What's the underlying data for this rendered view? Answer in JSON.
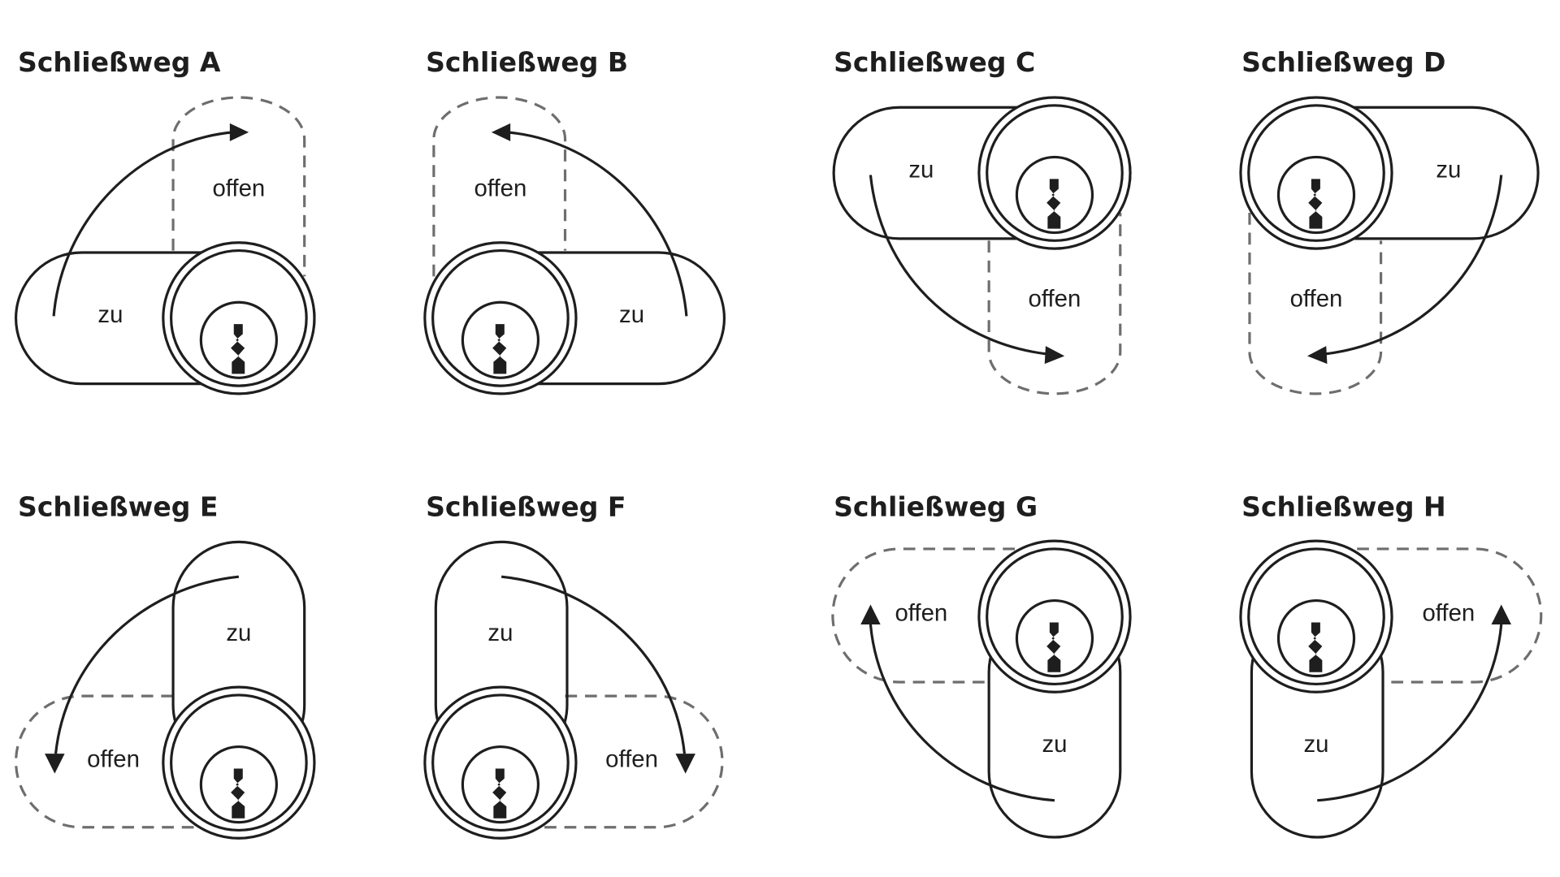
{
  "labels": {
    "closed": "zu",
    "open": "offen"
  },
  "icons": {
    "cylinder": "lock-cylinder-icon",
    "keyhole": "keyhole-icon"
  },
  "colors": {
    "line": "#1e1e1e",
    "dashed_outline": "#6e6e6e",
    "background": "#ffffff"
  },
  "panels": [
    {
      "key": "A",
      "title": "Schließweg A"
    },
    {
      "key": "B",
      "title": "Schließweg B"
    },
    {
      "key": "C",
      "title": "Schließweg C"
    },
    {
      "key": "D",
      "title": "Schließweg D"
    },
    {
      "key": "E",
      "title": "Schließweg E"
    },
    {
      "key": "F",
      "title": "Schließweg F"
    },
    {
      "key": "G",
      "title": "Schließweg G"
    },
    {
      "key": "H",
      "title": "Schließweg H"
    }
  ]
}
